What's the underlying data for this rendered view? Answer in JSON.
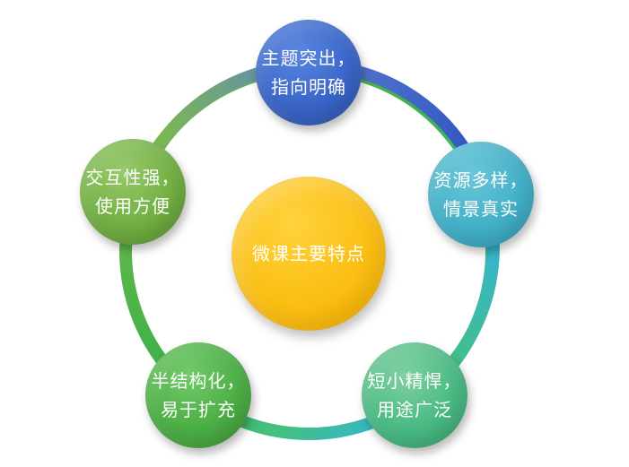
{
  "center": {
    "label": "微课主要特点",
    "color": "#fbbf14"
  },
  "nodes": [
    {
      "line1": "主题突出，",
      "line2": "指向明确",
      "color": "#3a66c9"
    },
    {
      "line1": "资源多样，",
      "line2": "情景真实",
      "color": "#43b1c9"
    },
    {
      "line1": "短小精悍，",
      "line2": "用途广泛",
      "color": "#4bbb84"
    },
    {
      "line1": "半结构化，",
      "line2": "易于扩充",
      "color": "#4caf45"
    },
    {
      "line1": "交互性强，",
      "line2": "使用方便",
      "color": "#72b043"
    }
  ],
  "ring_gradient": [
    "#3558c2",
    "#36b5cf",
    "#45c07e",
    "#3fb14a",
    "#7dbb4a"
  ]
}
